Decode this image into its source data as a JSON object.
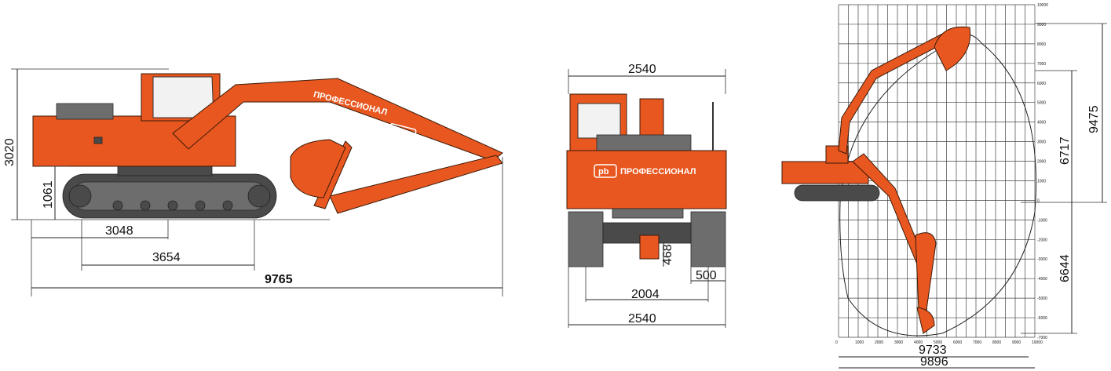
{
  "brand": {
    "logo_mark": "pb",
    "name": "ПРОФЕССИОНАЛ",
    "body_color": "#e8571f",
    "track_color": "#555555"
  },
  "side_view": {
    "height_total": "3020",
    "ground_clearance": "1061",
    "track_on_ground": "3048",
    "track_length": "3654",
    "overall_length": "9765"
  },
  "front_view": {
    "width_top": "2540",
    "clearance_under": "468",
    "shoe_width": "500",
    "track_gauge": "2004",
    "width_bottom": "2540"
  },
  "working_range": {
    "max_height": "9475",
    "max_dump_height": "6717",
    "max_dig_depth": "6644",
    "max_reach_ground": "9733",
    "max_reach": "9896",
    "y_ticks": [
      "10000",
      "9000",
      "8000",
      "7000",
      "6000",
      "5000",
      "4000",
      "3000",
      "2000",
      "1000",
      "0",
      "-1000",
      "-2000",
      "-3000",
      "-4000",
      "-5000",
      "-6000",
      "-7000"
    ],
    "x_ticks": [
      "0",
      "1000",
      "2000",
      "3000",
      "4000",
      "5000",
      "6000",
      "7000",
      "8000",
      "9000",
      "10000"
    ]
  }
}
